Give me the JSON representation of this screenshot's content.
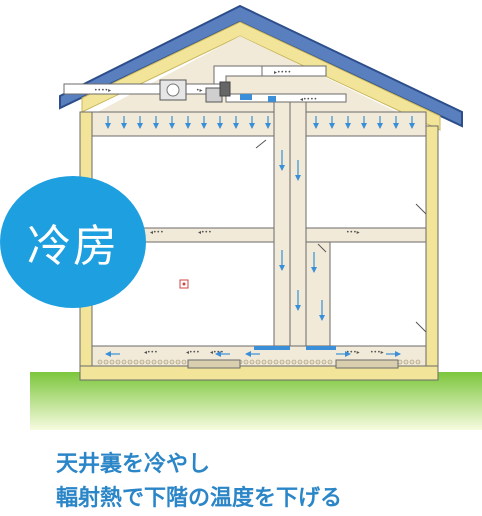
{
  "badge": {
    "label": "冷房"
  },
  "caption": {
    "line1": "天井裏を冷やし",
    "line2": "輻射熱で下階の温度を下げる"
  },
  "colors": {
    "roof": "#5a7fbf",
    "insulation": "#f2e59a",
    "wall": "#f1ead9",
    "ground": "#8ed04a",
    "badge": "#1e9fe0",
    "caption": "#2b86c8",
    "airflow": "#3a8fd8"
  }
}
